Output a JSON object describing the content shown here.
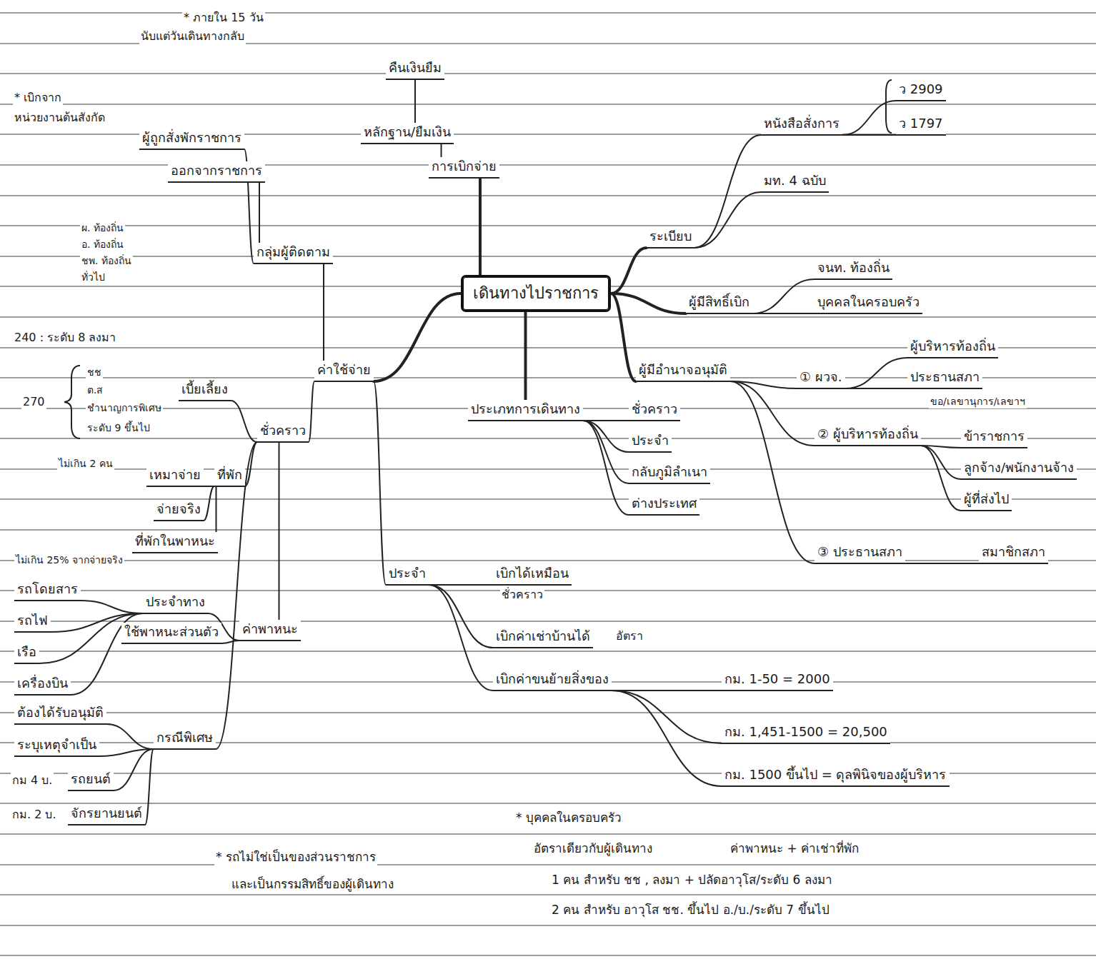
{
  "diagram": {
    "nodes": [
      {
        "text": [
          "เดินทางไปราชการ"
        ]
      },
      {
        "text": [
          "ระเบียบ"
        ]
      },
      {
        "text": [
          "หนังสือสั่งการ"
        ]
      },
      {
        "text": [
          "ว 2909"
        ]
      },
      {
        "text": [
          "ว 1797"
        ]
      },
      {
        "text": [
          "มท. 4 ฉบับ"
        ]
      },
      {
        "text": [
          "ผู้มีสิทธิ์เบิก"
        ]
      },
      {
        "text": [
          "จนท. ท้องถิ่น"
        ]
      },
      {
        "text": [
          "บุคคลในครอบครัว"
        ]
      },
      {
        "text": [
          "ผู้มีอำนาจอนุมัติ"
        ]
      },
      {
        "text": [
          "① ผวจ."
        ]
      },
      {
        "text": [
          "ผู้บริหารท้องถิ่น"
        ]
      },
      {
        "text": [
          "ประธานสภา"
        ]
      },
      {
        "text": [
          "② ผู้บริหารท้องถิ่น"
        ]
      },
      {
        "text": [
          "ข้าราชการ"
        ]
      },
      {
        "text": [
          "ลูกจ้าง/พนักงานจ้าง"
        ]
      },
      {
        "text": [
          "ผู้ที่ส่งไป"
        ]
      },
      {
        "text": [
          "③ ประธานสภา"
        ]
      },
      {
        "text": [
          "สมาชิกสภา"
        ]
      },
      {
        "text": [
          "ประเภทการเดินทาง"
        ]
      },
      {
        "text": [
          "ชั่วคราว"
        ]
      },
      {
        "text": [
          "ประจำ"
        ]
      },
      {
        "text": [
          "กลับภูมิลำเนา"
        ]
      },
      {
        "text": [
          "ต่างประเทศ"
        ]
      },
      {
        "text": [
          "การเบิกจ่าย"
        ]
      },
      {
        "text": [
          "หลักฐาน/ยืมเงิน"
        ]
      },
      {
        "text": [
          "คืนเงินยืม"
        ]
      },
      {
        "text": [
          "ค่าใช้จ่าย"
        ]
      },
      {
        "text": [
          "กลุ่มผู้ติดตาม"
        ]
      },
      {
        "text": [
          "ออกจากราชการ"
        ]
      },
      {
        "text": [
          "ผู้ถูกสั่งพักราชการ"
        ]
      },
      {
        "text": [
          "ชั่วคราว"
        ]
      },
      {
        "text": [
          "เบี้ยเลี้ยง"
        ]
      },
      {
        "text": [
          "ที่พัก"
        ]
      },
      {
        "text": [
          "เหมาจ่าย"
        ]
      },
      {
        "text": [
          "จ่ายจริง"
        ]
      },
      {
        "text": [
          "ที่พักในพาหนะ"
        ]
      },
      {
        "text": [
          "ค่าพาหนะ"
        ]
      },
      {
        "text": [
          "ประจำทาง"
        ]
      },
      {
        "text": [
          "ใช้พาหนะส่วนตัว"
        ]
      },
      {
        "text": [
          "รถโดยสาร"
        ]
      },
      {
        "text": [
          "รถไฟ"
        ]
      },
      {
        "text": [
          "เรือ"
        ]
      },
      {
        "text": [
          "เครื่องบิน"
        ]
      },
      {
        "text": [
          "กรณีพิเศษ"
        ]
      },
      {
        "text": [
          "ต้องได้รับอนุมัติ"
        ]
      },
      {
        "text": [
          "ระบุเหตุจำเป็น"
        ]
      },
      {
        "text": [
          "รถยนต์"
        ]
      },
      {
        "text": [
          "จักรยานยนต์"
        ]
      },
      {
        "text": [
          "ประจำ"
        ]
      },
      {
        "text": [
          "เบิกได้เหมือน"
        ]
      },
      {
        "text": [
          "เบิกค่าเช่าบ้านได้"
        ]
      },
      {
        "text": [
          "เบิกค่าขนย้ายสิ่งของ"
        ]
      },
      {
        "text": [
          "กม. 1-50 = 2000"
        ]
      },
      {
        "text": [
          "กม. 1,451-1500 = 20,500"
        ]
      },
      {
        "text": [
          "กม. 1500 ขึ้นไป = ดุลพินิจของผู้บริหาร"
        ]
      }
    ],
    "edges": [
      {
        "from": 0,
        "to": 1,
        "arrow": "none"
      },
      {
        "from": 0,
        "to": 6,
        "arrow": "none"
      },
      {
        "from": 0,
        "to": 9,
        "arrow": "none"
      },
      {
        "from": 0,
        "to": 19,
        "arrow": "none"
      },
      {
        "from": 0,
        "to": 24,
        "arrow": "none"
      },
      {
        "from": 0,
        "to": 27,
        "arrow": "none"
      },
      {
        "from": 1,
        "to": 2,
        "arrow": "none"
      },
      {
        "from": 1,
        "to": 5,
        "arrow": "none"
      },
      {
        "from": 2,
        "to": 3,
        "arrow": "none"
      },
      {
        "from": 2,
        "to": 4,
        "arrow": "none"
      },
      {
        "from": 6,
        "to": 7,
        "arrow": "none"
      },
      {
        "from": 6,
        "to": 8,
        "arrow": "none"
      },
      {
        "from": 9,
        "to": 10,
        "arrow": "none"
      },
      {
        "from": 9,
        "to": 13,
        "arrow": "none"
      },
      {
        "from": 9,
        "to": 17,
        "arrow": "none"
      },
      {
        "from": 10,
        "to": 11,
        "arrow": "none"
      },
      {
        "from": 10,
        "to": 12,
        "arrow": "none"
      },
      {
        "from": 13,
        "to": 14,
        "arrow": "none"
      },
      {
        "from": 13,
        "to": 15,
        "arrow": "none"
      },
      {
        "from": 13,
        "to": 16,
        "arrow": "none"
      },
      {
        "from": 17,
        "to": 18,
        "arrow": "none"
      },
      {
        "from": 19,
        "to": 20,
        "arrow": "none"
      },
      {
        "from": 19,
        "to": 21,
        "arrow": "none"
      },
      {
        "from": 19,
        "to": 22,
        "arrow": "none"
      },
      {
        "from": 19,
        "to": 23,
        "arrow": "none"
      },
      {
        "from": 24,
        "to": 25,
        "arrow": "none"
      },
      {
        "from": 25,
        "to": 26,
        "arrow": "none"
      },
      {
        "from": 27,
        "to": 28,
        "arrow": "none"
      },
      {
        "from": 27,
        "to": 31,
        "arrow": "none"
      },
      {
        "from": 27,
        "to": 49,
        "arrow": "none"
      },
      {
        "from": 28,
        "to": 29,
        "arrow": "none"
      },
      {
        "from": 28,
        "to": 30,
        "arrow": "none"
      },
      {
        "from": 31,
        "to": 32,
        "arrow": "none"
      },
      {
        "from": 31,
        "to": 33,
        "arrow": "none"
      },
      {
        "from": 31,
        "to": 37,
        "arrow": "none"
      },
      {
        "from": 31,
        "to": 44,
        "arrow": "none"
      },
      {
        "from": 33,
        "to": 34,
        "arrow": "none"
      },
      {
        "from": 33,
        "to": 35,
        "arrow": "none"
      },
      {
        "from": 33,
        "to": 36,
        "arrow": "none"
      },
      {
        "from": 37,
        "to": 38,
        "arrow": "none"
      },
      {
        "from": 37,
        "to": 39,
        "arrow": "none"
      },
      {
        "from": 38,
        "to": 40,
        "arrow": "none"
      },
      {
        "from": 38,
        "to": 41,
        "arrow": "none"
      },
      {
        "from": 38,
        "to": 42,
        "arrow": "none"
      },
      {
        "from": 38,
        "to": 43,
        "arrow": "none"
      },
      {
        "from": 44,
        "to": 45,
        "arrow": "none"
      },
      {
        "from": 44,
        "to": 46,
        "arrow": "none"
      },
      {
        "from": 44,
        "to": 47,
        "arrow": "none"
      },
      {
        "from": 44,
        "to": 48,
        "arrow": "none"
      },
      {
        "from": 49,
        "to": 50,
        "arrow": "none"
      },
      {
        "from": 49,
        "to": 51,
        "arrow": "none"
      },
      {
        "from": 49,
        "to": 52,
        "arrow": "none"
      },
      {
        "from": 52,
        "to": 53,
        "arrow": "none"
      },
      {
        "from": 52,
        "to": 54,
        "arrow": "none"
      },
      {
        "from": 52,
        "to": 55,
        "arrow": "none"
      }
    ],
    "labels": [
      "* ภายใน 15 วัน",
      "นับแต่วันเดินทางกลับ",
      "* เบิกจาก",
      "หน่วยงานต้นสังกัด",
      "ผ. ท้องถิ่น",
      "อ. ท้องถิ่น",
      "ชพ. ท้องถิ่น",
      "ทั่วไป",
      "240 : ระดับ 8 ลงมา",
      "ชช",
      "ต.ส",
      "ชำนาญการพิเศษ",
      "ระดับ 9 ขึ้นไป",
      "270",
      "ไม่เกิน 2 คน",
      "ไม่เกิน 25% จากจ่ายจริง",
      "ชั่วคราว",
      "อัตรา",
      "ขอ/เลขานุการ/เลขาฯ",
      "กม 4 บ.",
      "กม. 2 บ.",
      "* รถไม่ใช่เป็นของส่วนราชการ",
      "และเป็นกรรมสิทธิ์ของผู้เดินทาง",
      "* บุคคลในครอบครัว",
      "อัตราเดียวกับผู้เดินทาง",
      "ค่าพาหนะ + ค่าเช่าที่พัก",
      "1 คน สำหรับ ชช , ลงมา + ปลัดอาวุโส/ระดับ 6 ลงมา",
      "2 คน สำหรับ อาวุโส ชช. ขึ้นไป อ./บ./ระดับ 7 ขึ้นไป"
    ]
  }
}
